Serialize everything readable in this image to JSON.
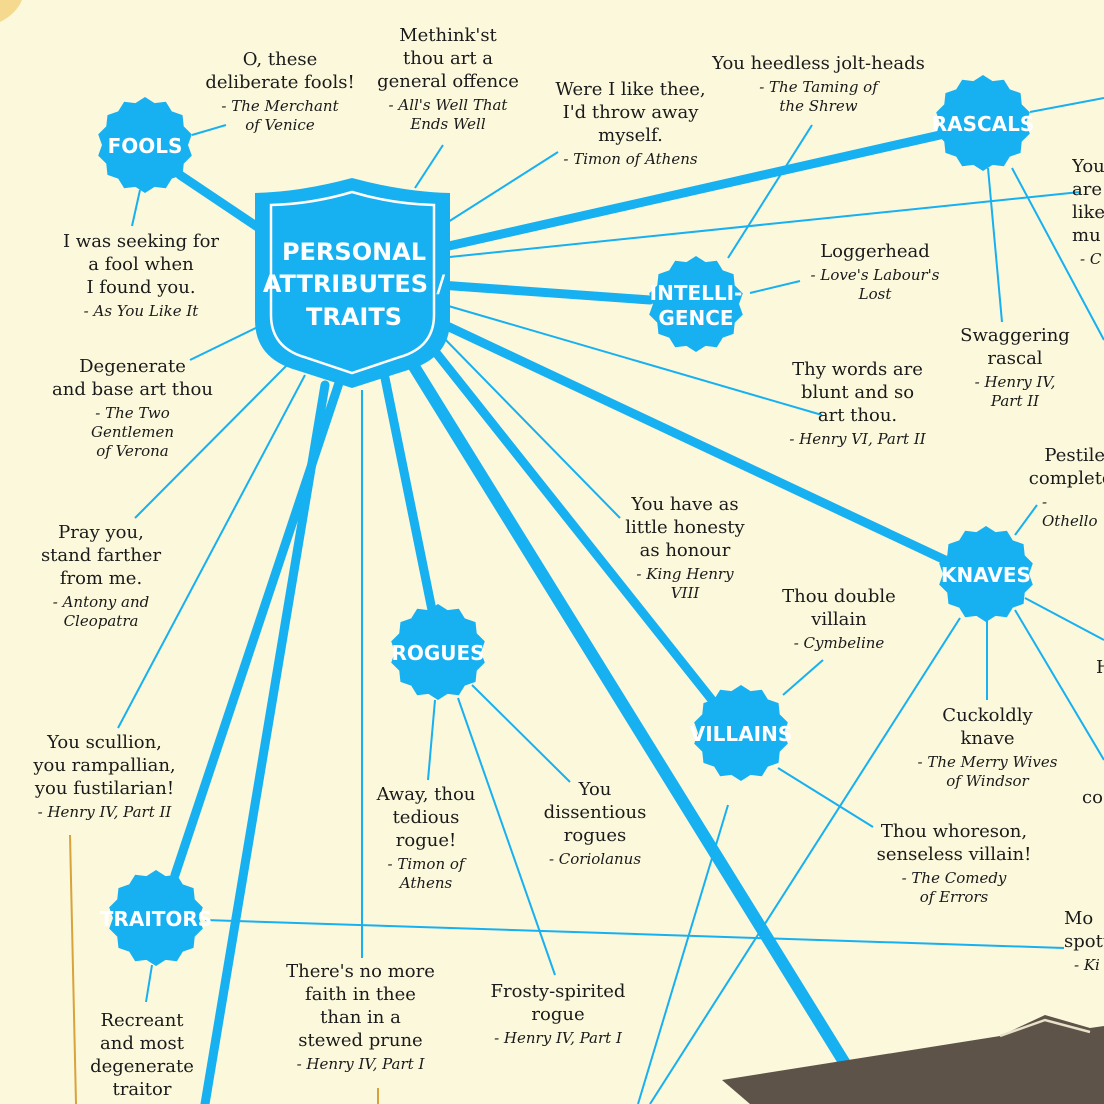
{
  "hub": {
    "lines": [
      "PERSONAL",
      "ATTRIBUTES /",
      "TRAITS"
    ]
  },
  "categories": {
    "fools": "FOOLS",
    "rascals": "RASCALS",
    "intelligence": [
      "INTELLI-",
      "GENCE"
    ],
    "rogues": "ROGUES",
    "villains": "VILLAINS",
    "knaves": "KNAVES",
    "traitors": "TRAITORS"
  },
  "quotes": {
    "fools_deliberate": {
      "text": "O, these\ndeliberate fools!",
      "source": "- The Merchant\nof Venice"
    },
    "methinkst": {
      "text": "Methink'st\nthou art a\ngeneral offence",
      "source": "- All's Well That\nEnds Well"
    },
    "were_i_like_thee": {
      "text": "Were I like thee,\nI'd throw away\nmyself.",
      "source": "- Timon of Athens"
    },
    "jolt_heads": {
      "text": "You heedless jolt-heads",
      "source": "- The Taming of\nthe Shrew"
    },
    "seeking_fool": {
      "text": "I was seeking for\na fool when\nI found you.",
      "source": "- As You Like It"
    },
    "loggerhead": {
      "text": "Loggerhead",
      "source": "- Love's Labour's\nLost"
    },
    "swaggering": {
      "text": "Swaggering\nrascal",
      "source": "- Henry IV,\nPart II"
    },
    "degenerate": {
      "text": "Degenerate\nand base art thou",
      "source": "- The Two\nGentlemen\nof Verona"
    },
    "blunt_words": {
      "text": "Thy words are\nblunt and so\nart thou.",
      "source": "- Henry VI, Part II"
    },
    "pray_you": {
      "text": "Pray you,\nstand farther\nfrom me.",
      "source": "- Antony and\nCleopatra"
    },
    "little_honesty": {
      "text": "You have as\nlittle honesty\nas honour",
      "source": "- King Henry\nVIII"
    },
    "double_villain": {
      "text": "Thou double\nvillain",
      "source": "- Cymbeline"
    },
    "scullion": {
      "text": "You scullion,\nyou rampallian,\nyou fustilarian!",
      "source": "- Henry IV, Part II"
    },
    "tedious_rogue": {
      "text": "Away, thou\ntedious\nrogue!",
      "source": "- Timon of\nAthens"
    },
    "dissentious": {
      "text": "You\ndissentious\nrogues",
      "source": "- Coriolanus"
    },
    "cuckoldly": {
      "text": "Cuckoldly\nknave",
      "source": "- The Merry Wives\nof Windsor"
    },
    "whoreson": {
      "text": "Thou whoreson,\nsenseless villain!",
      "source": "- The Comedy\nof Errors"
    },
    "no_more_faith": {
      "text": "There's no more\nfaith in thee\nthan in a\nstewed prune",
      "source": "- Henry IV, Part I"
    },
    "frosty": {
      "text": "Frosty-spirited\nrogue",
      "source": "- Henry IV, Part I"
    },
    "recreant": {
      "text": "Recreant\nand most\ndegenerate\ntraitor",
      "source": ""
    },
    "pestilent": {
      "text": "Pestiler\ncomplete k",
      "source": "- Othello"
    },
    "you_are_like": {
      "text": "You\nare\nlike\nmu",
      "source": "- C"
    },
    "partial_k": {
      "text": "H",
      "source": ""
    },
    "partial_con": {
      "text": "co",
      "source": ""
    },
    "partial_mo": {
      "text": "Mo\nspott",
      "source": "- Ki"
    }
  },
  "colors": {
    "background": "#fbf8dc",
    "accent": "#17b0f0",
    "text": "#1a1a1a",
    "dark": "#5d5348",
    "gold": "#d9a23a"
  }
}
